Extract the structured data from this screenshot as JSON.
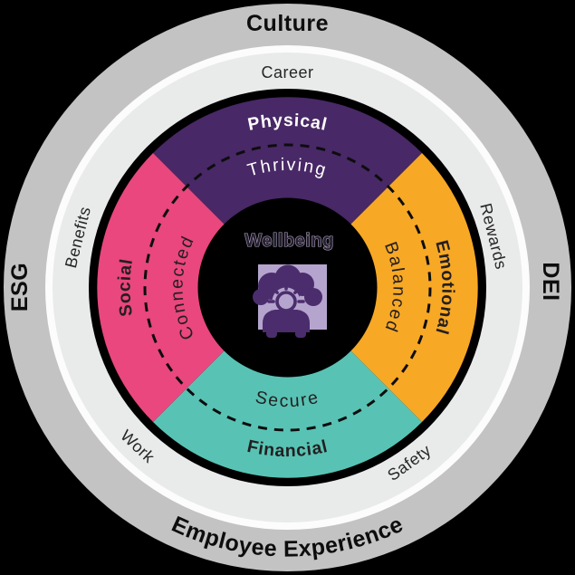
{
  "diagram": {
    "background": "#000000",
    "rings": {
      "outer_color": "#C3C3C3",
      "separator_color": "#FCFCFC",
      "middle_color": "#E9EBEA",
      "core_color": "#000000"
    },
    "outer_ring": {
      "top": "Culture",
      "right": "DEI",
      "bottom": "Employee Experience",
      "left": "ESG"
    },
    "middle_ring": {
      "top": "Career",
      "upper_right": "Rewards",
      "lower_right": "Safety",
      "lower_left": "Work",
      "upper_left": "Benefits"
    },
    "quadrants": [
      {
        "position": "top",
        "name": "Physical",
        "state": "Thriving",
        "color": "#482866",
        "text_color": "#FFFFFF"
      },
      {
        "position": "right",
        "name": "Emotional",
        "state": "Balanced",
        "color": "#F7A825",
        "text_color": "#231F20"
      },
      {
        "position": "bottom",
        "name": "Financial",
        "state": "Secure",
        "color": "#58C3B4",
        "text_color": "#231F20"
      },
      {
        "position": "left",
        "name": "Social",
        "state": "Connected",
        "color": "#E9477D",
        "text_color": "#231F20"
      }
    ],
    "center": {
      "label": "Wellbeing",
      "icon": "person-with-radiant-mind",
      "icon_color": "#4B2D6D",
      "icon_bg": "#B5A5CE"
    }
  }
}
